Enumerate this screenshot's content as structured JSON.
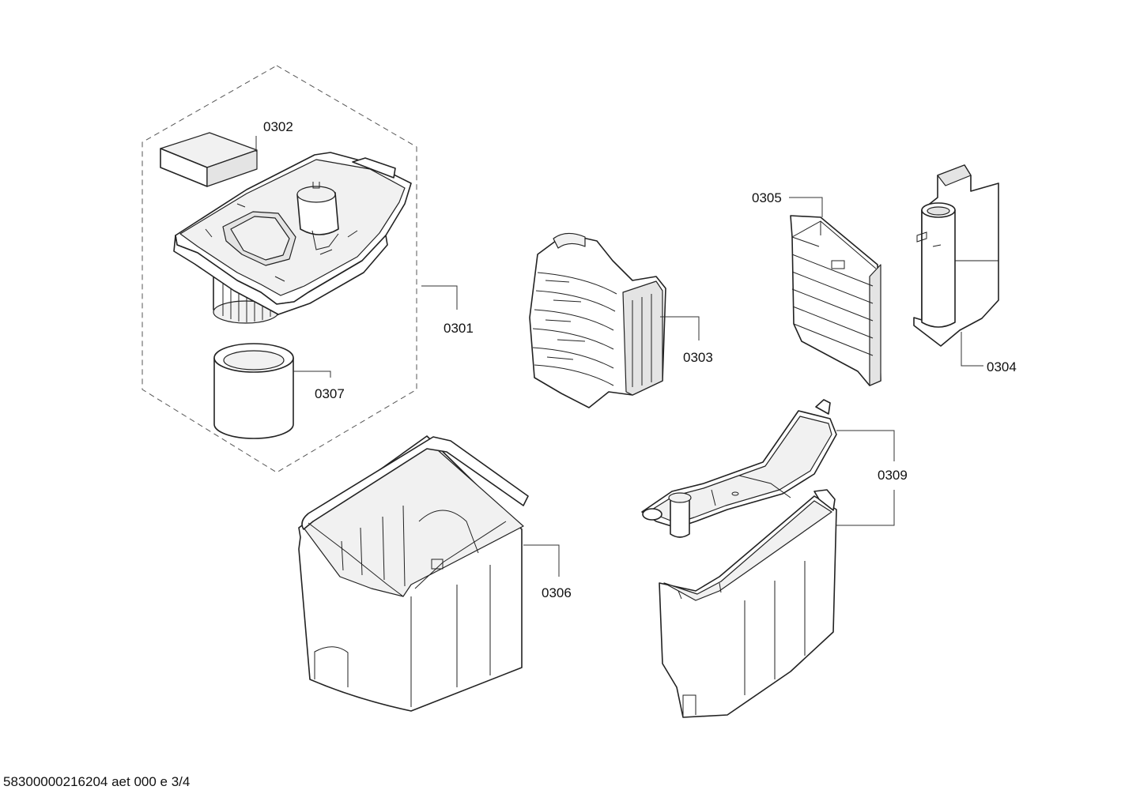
{
  "callouts": {
    "c0301": "0301",
    "c0302": "0302",
    "c0303": "0303",
    "c0304": "0304",
    "c0305": "0305",
    "c0306": "0306",
    "c0307": "0307",
    "c0309": "0309"
  },
  "footer": {
    "document_id": "58300000216204 aet 000 e 3/4"
  },
  "colors": {
    "line": "#222222",
    "shade": "#f1f1f1",
    "background": "#ffffff"
  }
}
